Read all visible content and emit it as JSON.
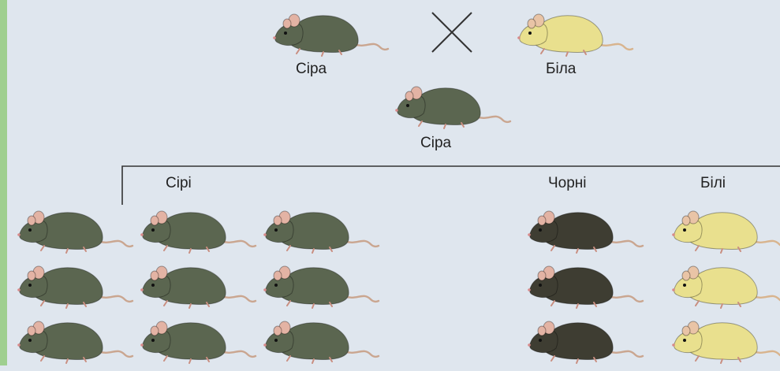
{
  "parents": {
    "left_label": "Сіра",
    "right_label": "Біла"
  },
  "f1": {
    "label": "Сіра"
  },
  "f2": {
    "gray_label": "Сірі",
    "black_label": "Чорні",
    "white_label": "Білі"
  },
  "colors": {
    "gray_mouse": "#5b6650",
    "black_mouse": "#3e3d32",
    "white_mouse": "#e9e08e",
    "ear": "#e3b3a4",
    "tail": "#caa690",
    "background": "#dfe6ee"
  }
}
